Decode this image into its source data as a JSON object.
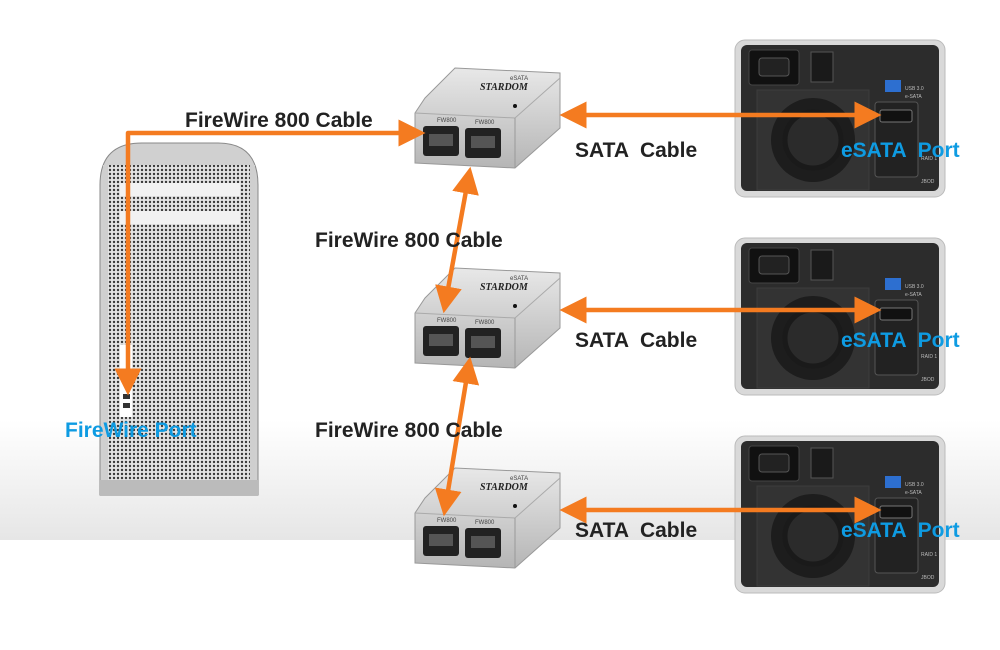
{
  "colors": {
    "cable": "#f47b20",
    "port_label": "#0e9be2",
    "text": "#222222"
  },
  "computer": {
    "port_label": "FireWire Port"
  },
  "adapters": [
    {
      "brand": "STARDOM",
      "port_labels": [
        "FW800",
        "FW800"
      ],
      "top_label": "eSATA"
    },
    {
      "brand": "STARDOM",
      "port_labels": [
        "FW800",
        "FW800"
      ],
      "top_label": "eSATA"
    },
    {
      "brand": "STARDOM",
      "port_labels": [
        "FW800",
        "FW800"
      ],
      "top_label": "eSATA"
    }
  ],
  "cables": {
    "firewire": [
      "FireWire 800 Cable",
      "FireWire 800 Cable",
      "FireWire 800 Cable"
    ],
    "sata": [
      "SATA  Cable",
      "SATA  Cable",
      "SATA  Cable"
    ]
  },
  "drives": [
    {
      "port_label": "eSATA  Port",
      "usb_label": "USB 3.0",
      "esata_label": "e-SATA",
      "raid_label": "RAID 1",
      "jbod_label": "JBOD"
    },
    {
      "port_label": "eSATA  Port",
      "usb_label": "USB 3.0",
      "esata_label": "e-SATA",
      "raid_label": "RAID 1",
      "jbod_label": "JBOD"
    },
    {
      "port_label": "eSATA  Port",
      "usb_label": "USB 3.0",
      "esata_label": "e-SATA",
      "raid_label": "RAID 1",
      "jbod_label": "JBOD"
    }
  ]
}
